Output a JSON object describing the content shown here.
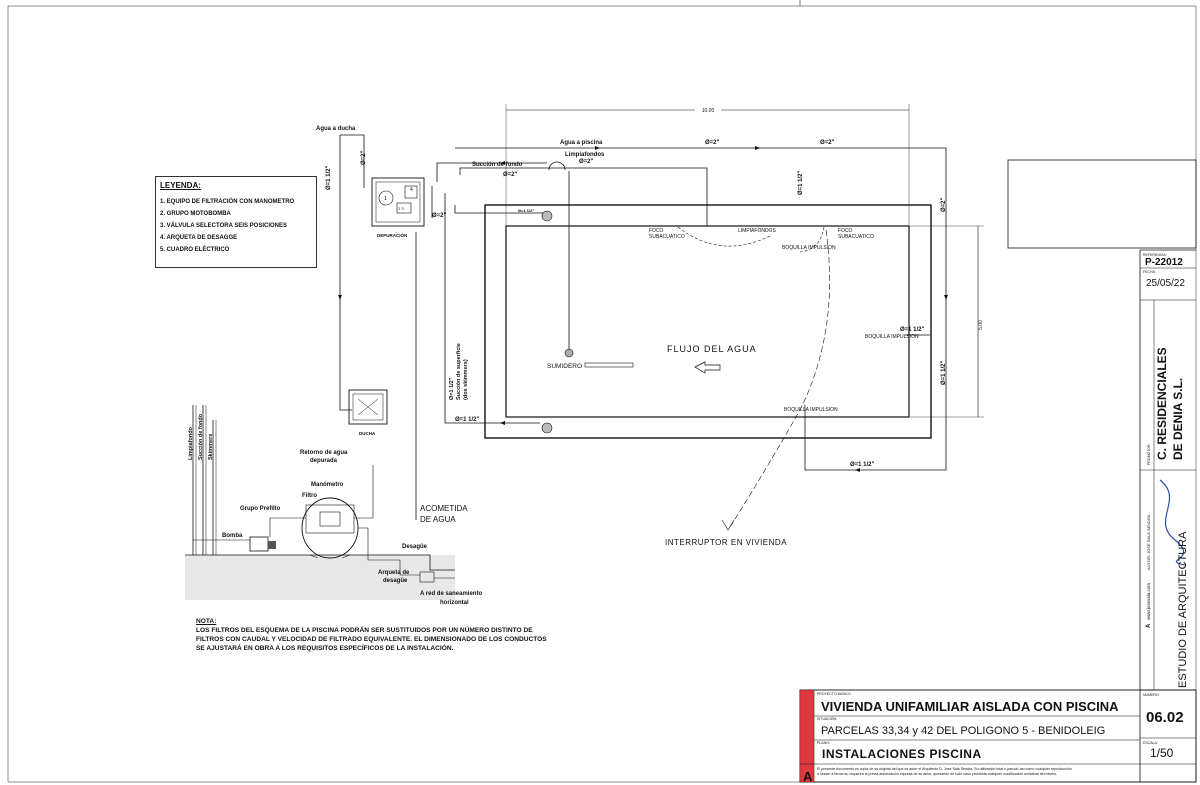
{
  "legend": {
    "title": "LEYENDA:",
    "items": [
      "1. EQUIPO DE FILTRACIÓN CON MANOMETRO",
      "2. GRUPO MOTOBOMBA",
      "3. VÁLVULA SELECTORA SEIS POSICIONES",
      "4. ARQUETA DE DESAGGE",
      "5. CUADRO ELÉCTRICO"
    ]
  },
  "labels": {
    "dim_top": "10.00",
    "dim_right": "5.00",
    "agua_ducha": "Agua a ducha",
    "agua_piscina": "Agua a piscina",
    "limpiafondos": "Limpiafondos",
    "succion_fondo": "Succión de fondo",
    "d2": "Ø=2\"",
    "d112": "Ø=1 1/2\"",
    "d112_small": "Ø=1 1/2\"",
    "depuracion": "DEPURACIÓN",
    "ducha": "DUCHA",
    "foco_sub": "FOCO",
    "foco_sub2": "SUBACUATICO",
    "limpiafondos_cap": "LIMPIAFONDOS",
    "boquilla": "BOQUILLA IMPULSION",
    "flujo": "FLUJO DEL AGUA",
    "sumidero": "SUMIDERO",
    "succion_sup_1": "Succión de superficie",
    "succion_sup_2": "(dos skimmers)",
    "acometida_1": "ACOMETIDA",
    "acometida_2": "DE AGUA",
    "interruptor": "INTERRUPTOR EN VIVIENDA",
    "vert_limpia": "Limpiafondo",
    "vert_succion": "Succión de fondo",
    "vert_skimmers": "Skimmers",
    "retorno_1": "Retorno de agua",
    "retorno_2": "depurada",
    "manometro": "Manómetro",
    "filtro": "Filtro",
    "grupo_prefilto": "Grupo Prefilto",
    "bomba": "Bomba",
    "desague": "Desagüe",
    "arqueta_1": "Arqueta de",
    "arqueta_2": "desagüe",
    "red_1": "A red de saneamiento",
    "red_2": "horizontal"
  },
  "nota": {
    "title": "NOTA:",
    "lines": [
      "LOS FILTROS DEL ESQUEMA DE LA PISCINA PODRÁN SER SUSTITUIDOS POR UN NÚMERO DISTINTO DE",
      "FILTROS CON CAUDAL Y VELOCIDAD DE FILTRADO EQUIVALENTE. EL DIMENSIONADO DE LOS CONDUCTOS",
      "SE AJUSTARÁ EN OBRA A LOS REQUISITOS ESPECÍFICOS DE LA INSTALACIÓN."
    ]
  },
  "title_block": {
    "referencia_label": "REFERENCIA:",
    "referencia": "P-22012",
    "fecha_label": "FECHA:",
    "fecha": "25/05/22",
    "promotor_label": "PROMOTOR:",
    "promotor": "C. RESIDENCIALES DE DENIA S.L.",
    "autor_label": "AUTOR: JOSE SALA SENDRA",
    "web": "www.josesala.com",
    "estudio": "ESTUDIO DE ARQUITECTURA",
    "proyecto_label": "PROYECTO BASICO",
    "proyecto": "VIVIENDA UNIFAMILIAR AISLADA CON PISCINA",
    "situacion_label": "SITUACIÓN:",
    "situacion": "PARCELAS 33,34 y 42 DEL POLIGONO 5 - BENIDOLEIG",
    "plano_label": "PLANO:",
    "plano": "INSTALACIONES PISCINA",
    "numero_label": "NUMERO:",
    "numero": "06.02",
    "escala_label": "ESCALA:",
    "escala": "1/50",
    "letter": "A",
    "footer_1": "El presente documento es copia de su original del que es autor el Arquitecto D. José Sala Sendra. Su utilización total o parcial, así como cualquier reproducción",
    "footer_2": "o cesión a terceros, requerirá la previa autorización expresa de su autor, quedando en todo caso prohibida cualquier modificación unilateral del mismo."
  },
  "colors": {
    "accent": "#d9252b",
    "line": "#111111"
  }
}
